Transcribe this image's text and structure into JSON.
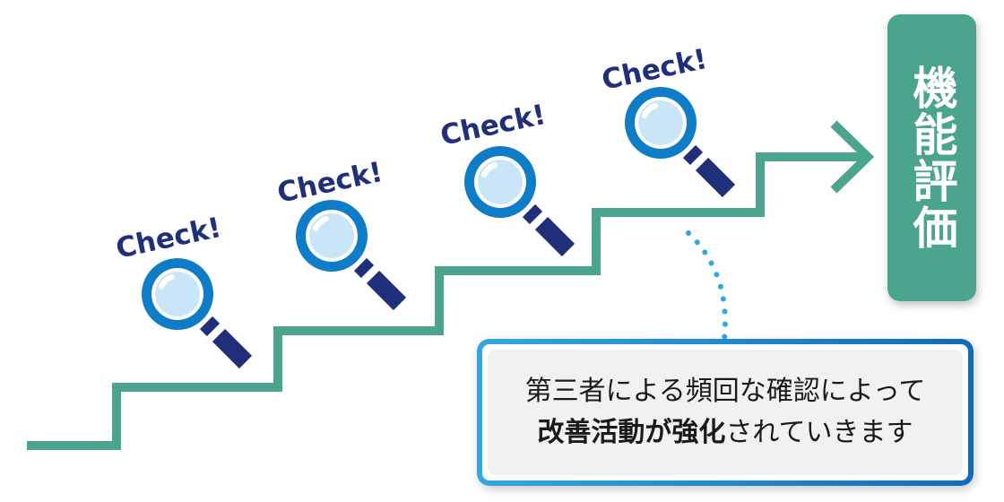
{
  "check_labels": [
    "Check!",
    "Check!",
    "Check!",
    "Check!"
  ],
  "goal": {
    "text": "機能評価"
  },
  "callout": {
    "line1": "第三者による頻回な確認によって",
    "line2_bold": "改善活動が強化",
    "line2_rest": "されていきます"
  },
  "colors": {
    "stair_green": "#4ba58e",
    "lens_blue": "#0f7cc7",
    "handle_navy": "#1f2f7a",
    "label_navy": "#1f2f7a",
    "callout_border": "#2a8fd4"
  },
  "icons": [
    "magnifier-icon",
    "arrow-head-icon"
  ]
}
